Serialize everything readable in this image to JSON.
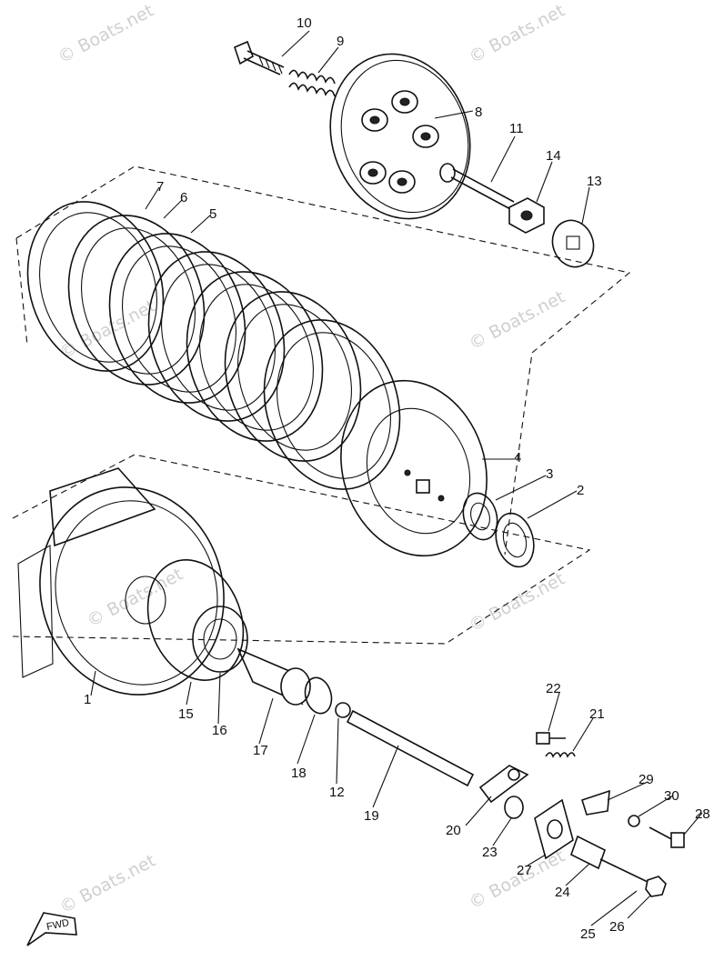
{
  "watermark": {
    "text": "© Boats.net",
    "placements": [
      {
        "id": "wm-top-left"
      },
      {
        "id": "wm-top-right"
      },
      {
        "id": "wm-mid-left"
      },
      {
        "id": "wm-mid-right"
      },
      {
        "id": "wm-center"
      },
      {
        "id": "wm-lower-right"
      },
      {
        "id": "wm-bottom-left"
      },
      {
        "id": "wm-bottom-right"
      }
    ]
  },
  "fwd_marker": "FWD",
  "callouts": {
    "p1": "1",
    "p2": "2",
    "p3": "3",
    "p4": "4",
    "p5": "5",
    "p6": "6",
    "p7": "7",
    "p8": "8",
    "p9": "9",
    "p10": "10",
    "p11": "11",
    "p12": "12",
    "p13": "13",
    "p14": "14",
    "p15": "15",
    "p16": "16",
    "p17": "17",
    "p18": "18",
    "p19": "19",
    "p20": "20",
    "p21": "21",
    "p22": "22",
    "p23": "23",
    "p24": "24",
    "p25": "25",
    "p26": "26",
    "p27": "27",
    "p28": "28",
    "p29": "29",
    "p30": "30"
  }
}
